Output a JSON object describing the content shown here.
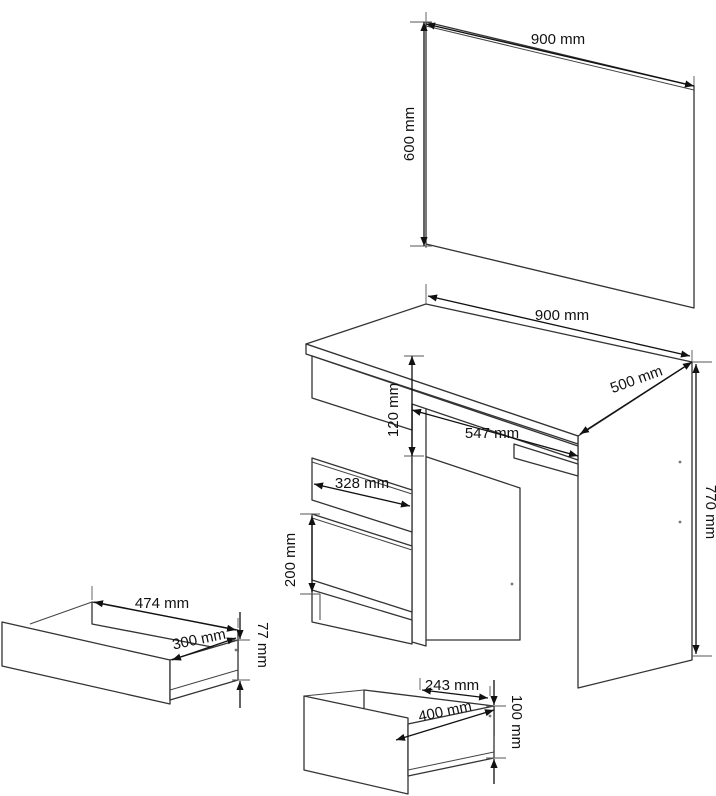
{
  "dimensions": {
    "mirror_width": "900 mm",
    "mirror_height": "600 mm",
    "desk_width": "900 mm",
    "desk_depth": "500 mm",
    "desk_height": "770 mm",
    "top_drawer_height": "120 mm",
    "knee_space_width": "547 mm",
    "cabinet_width": "328 mm",
    "drawer_front_height": "200 mm",
    "wide_drawer_width": "474 mm",
    "wide_drawer_depth": "300 mm",
    "wide_drawer_height": "77 mm",
    "small_drawer_width": "243 mm",
    "small_drawer_depth": "400 mm",
    "small_drawer_height": "100 mm"
  },
  "colors": {
    "outline": "#333333",
    "dimension_line": "#111111",
    "background": "#ffffff"
  }
}
